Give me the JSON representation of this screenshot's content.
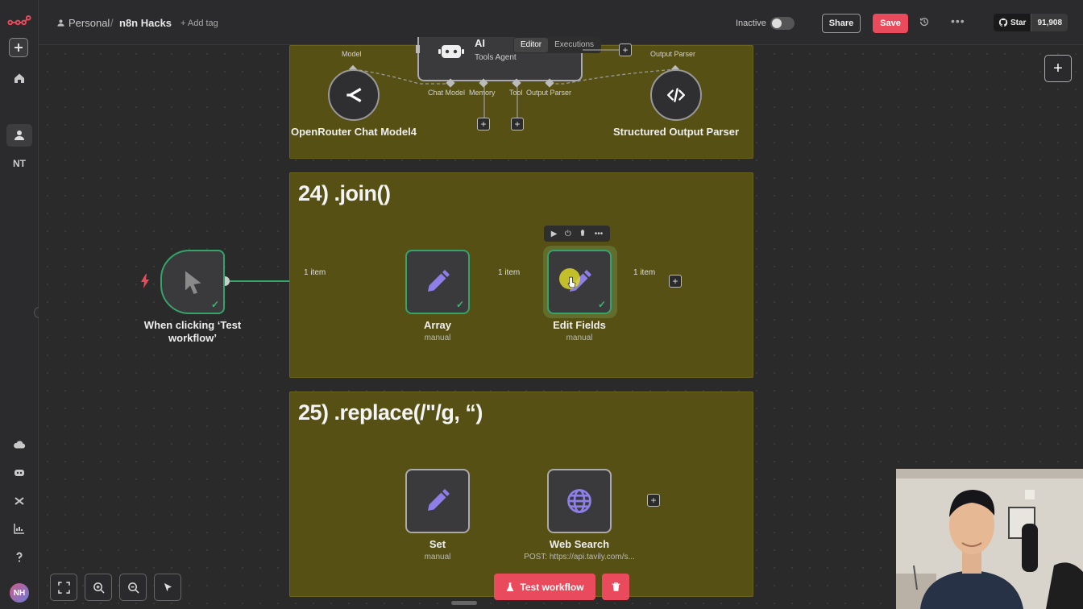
{
  "header": {
    "project": "Personal",
    "separator": "/",
    "workflow_name": "n8n Hacks",
    "add_tag": "+ Add tag",
    "status_label": "Inactive",
    "share_label": "Share",
    "save_label": "Save",
    "github_star_label": "Star",
    "github_star_count": "91,908"
  },
  "sidebar": {
    "initials": "NT",
    "avatar_initials": "NH"
  },
  "view_tabs": {
    "editor": "Editor",
    "executions": "Executions"
  },
  "sticky_top": {
    "agent_title": "AI Agent",
    "agent_sub": "Tools Agent",
    "ports": {
      "model": "Model",
      "chat_model": "Chat Model",
      "memory": "Memory",
      "tool": "Tool",
      "output_parser": "Output Parser",
      "output_parser_top": "Output Parser"
    },
    "node_openrouter": "OpenRouter Chat Model4",
    "node_parser": "Structured Output Parser"
  },
  "sticky_24": {
    "title": "24) .join()",
    "trigger_label": "When clicking ‘Test workflow’",
    "array_label": "Array",
    "array_sub": "manual",
    "edit_label": "Edit Fields",
    "edit_sub": "manual",
    "conn1": "1 item",
    "conn2": "1 item",
    "conn3": "1 item"
  },
  "sticky_25": {
    "title": "25) .replace(/\"/g, “)",
    "set_label": "Set",
    "set_sub": "manual",
    "web_label": "Web Search",
    "web_sub": "POST: https://api.tavily.com/s..."
  },
  "footer": {
    "test_workflow": "Test workflow"
  },
  "colors": {
    "accent": "#ea4b5c",
    "sticky": "#565015",
    "success": "#35a36a",
    "node_icon": "#8d7ee8"
  }
}
